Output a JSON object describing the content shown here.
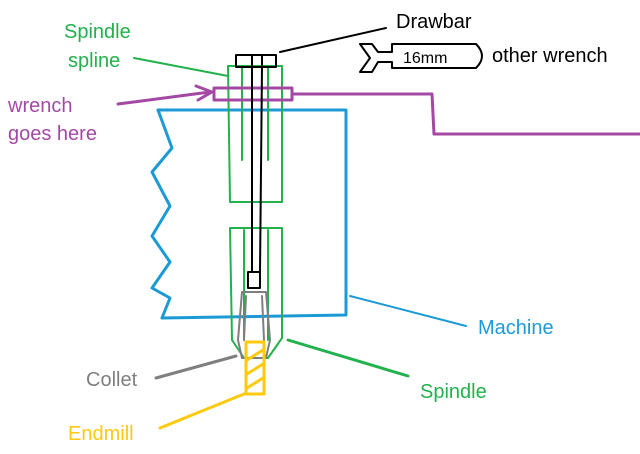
{
  "labels": {
    "spindle_spline_line1": "Spindle",
    "spindle_spline_line2": "spline",
    "drawbar": "Drawbar",
    "wrench_size": "16mm",
    "other_wrench": "other wrench",
    "wrench_goes_here_line1": "wrench",
    "wrench_goes_here_line2": "goes here",
    "machine": "Machine",
    "collet": "Collet",
    "spindle": "Spindle",
    "endmill": "Endmill"
  },
  "colors": {
    "green": "#22b14c",
    "black": "#000000",
    "purple": "#a349a4",
    "blue": "#1c9ad6",
    "gray": "#7f7f7f",
    "yellow": "#ffc90e"
  }
}
